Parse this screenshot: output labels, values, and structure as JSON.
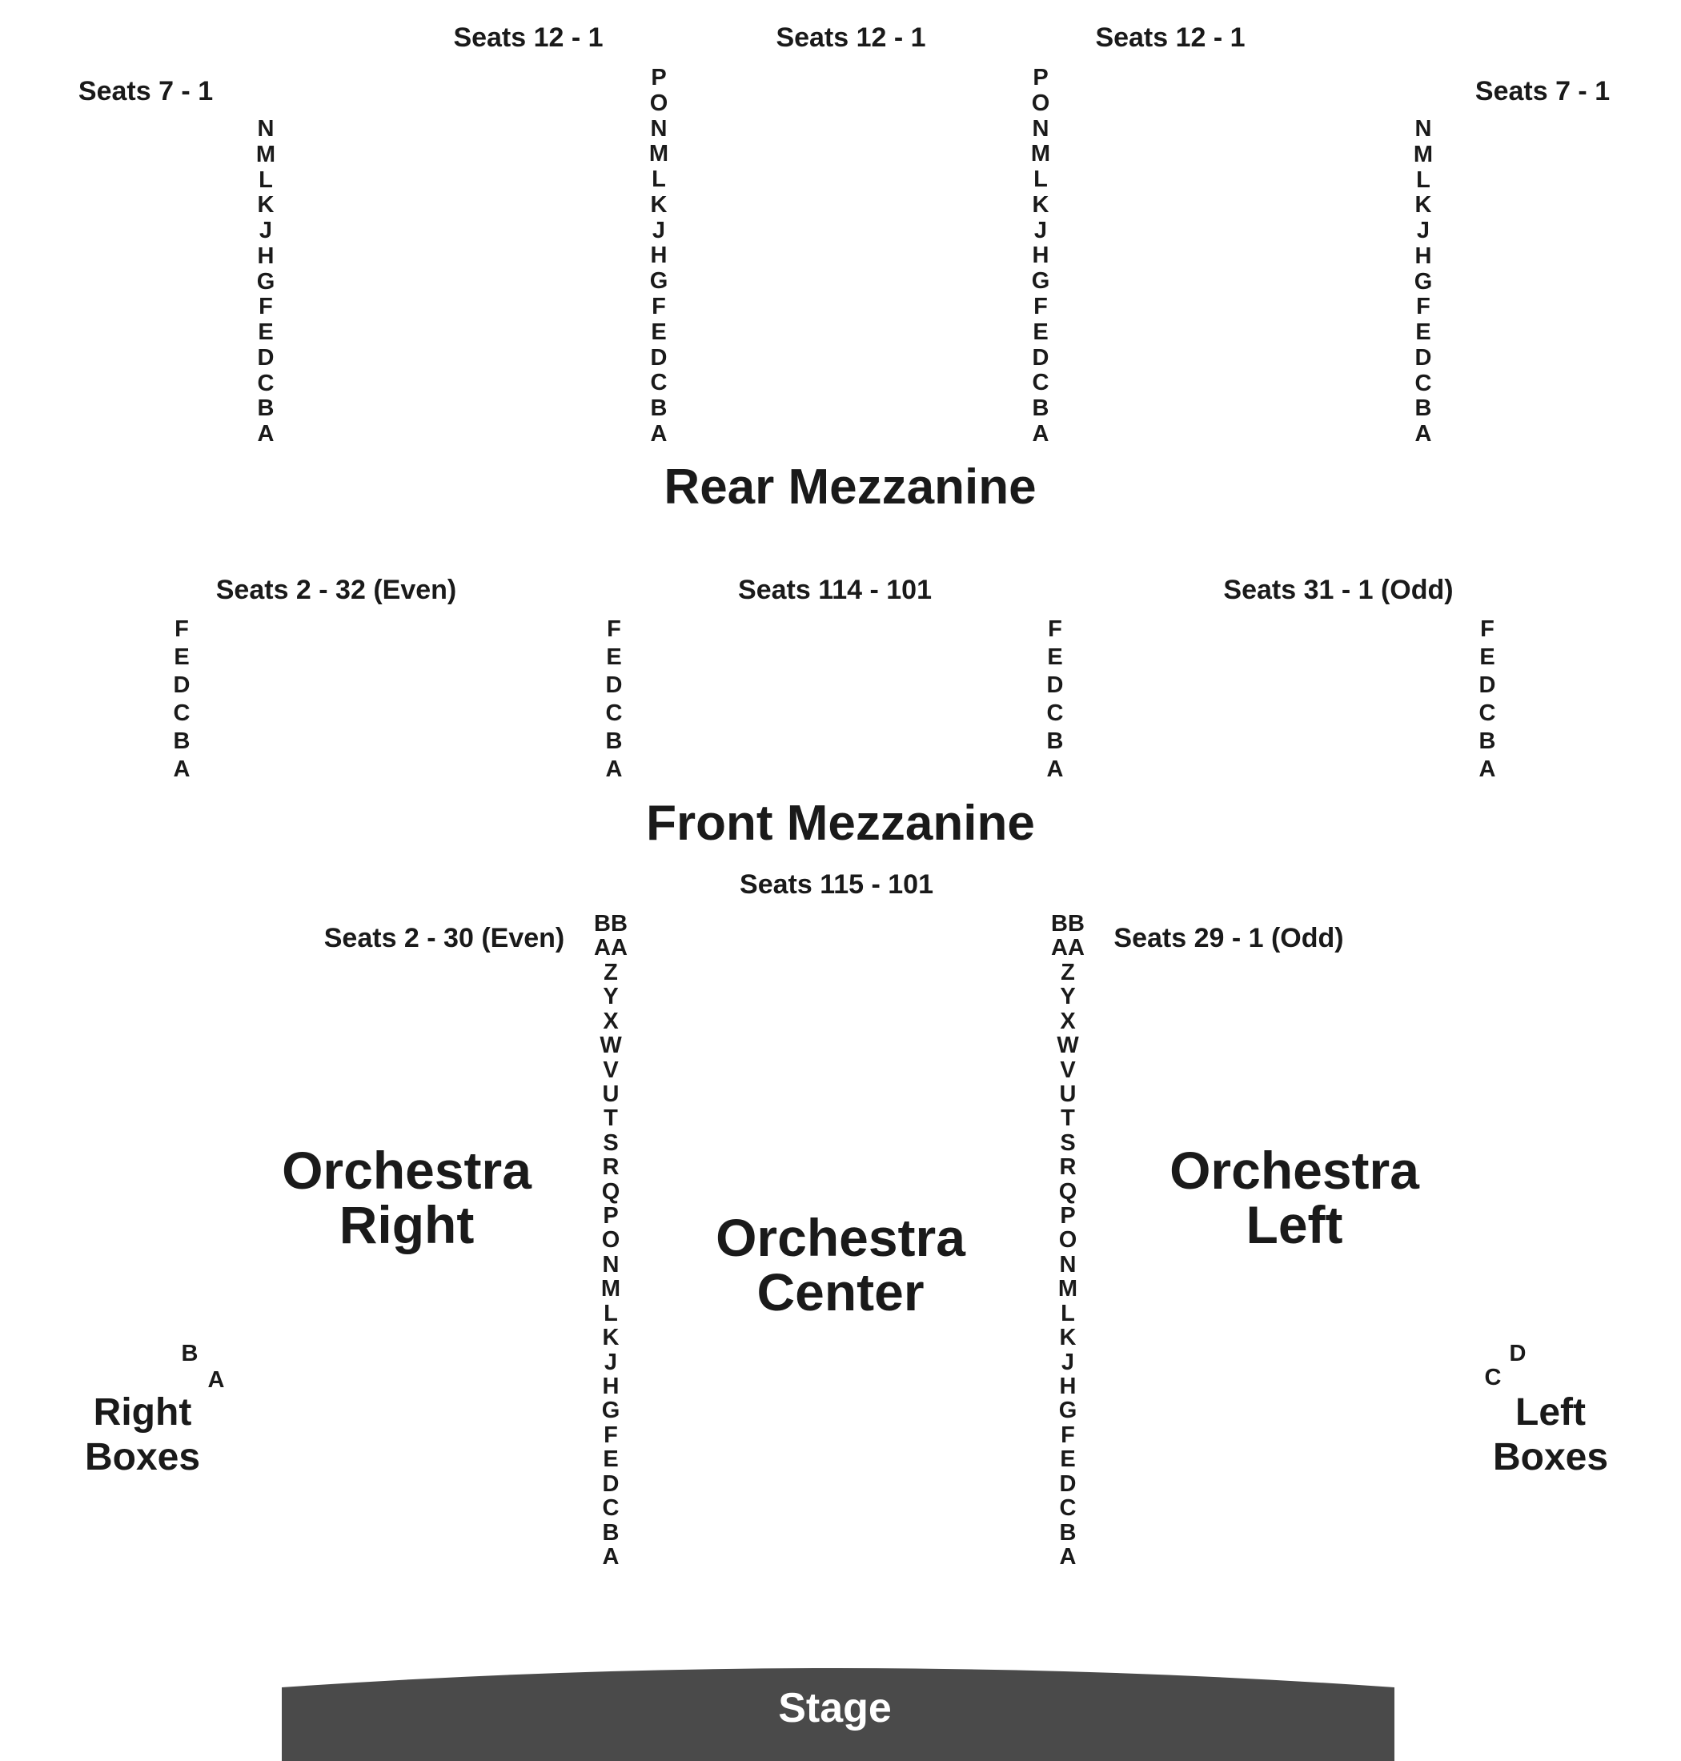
{
  "sections": {
    "rear_mezzanine": "Rear Mezzanine",
    "front_mezzanine": "Front Mezzanine",
    "orchestra_right": [
      "Orchestra",
      "Right"
    ],
    "orchestra_center": [
      "Orchestra",
      "Center"
    ],
    "orchestra_left": [
      "Orchestra",
      "Left"
    ],
    "right_boxes": [
      "Right",
      "Boxes"
    ],
    "left_boxes": [
      "Left",
      "Boxes"
    ],
    "stage": "Stage"
  },
  "seat_labels": {
    "rear_far_left": "Seats 7 - 1",
    "rear_center_left": "Seats 12 - 1",
    "rear_center": "Seats 12 - 1",
    "rear_center_right": "Seats 12 - 1",
    "rear_far_right": "Seats 7 - 1",
    "front_left": "Seats 2 - 32 (Even)",
    "front_center": "Seats 114 - 101",
    "front_right": "Seats 31 - 1 (Odd)",
    "orch_center": "Seats 115 - 101",
    "orch_right": "Seats 2 - 30 (Even)",
    "orch_left": "Seats 29 - 1 (Odd)"
  },
  "rows": {
    "rear_outer": [
      "N",
      "M",
      "L",
      "K",
      "J",
      "H",
      "G",
      "F",
      "E",
      "D",
      "C",
      "B",
      "A"
    ],
    "rear_inner": [
      "P",
      "O",
      "N",
      "M",
      "L",
      "K",
      "J",
      "H",
      "G",
      "F",
      "E",
      "D",
      "C",
      "B",
      "A"
    ],
    "front": [
      "F",
      "E",
      "D",
      "C",
      "B",
      "A"
    ],
    "orchestra": [
      "BB",
      "AA",
      "Z",
      "Y",
      "X",
      "W",
      "V",
      "U",
      "T",
      "S",
      "R",
      "Q",
      "P",
      "O",
      "N",
      "M",
      "L",
      "K",
      "J",
      "H",
      "G",
      "F",
      "E",
      "D",
      "C",
      "B",
      "A"
    ]
  },
  "boxes": {
    "right_b": "B",
    "right_a": "A",
    "left_c": "C",
    "left_d": "D"
  },
  "colors": {
    "stage_fill": "#4a4a4a",
    "stage_text": "#ffffff",
    "text": "#1a1a1a"
  }
}
